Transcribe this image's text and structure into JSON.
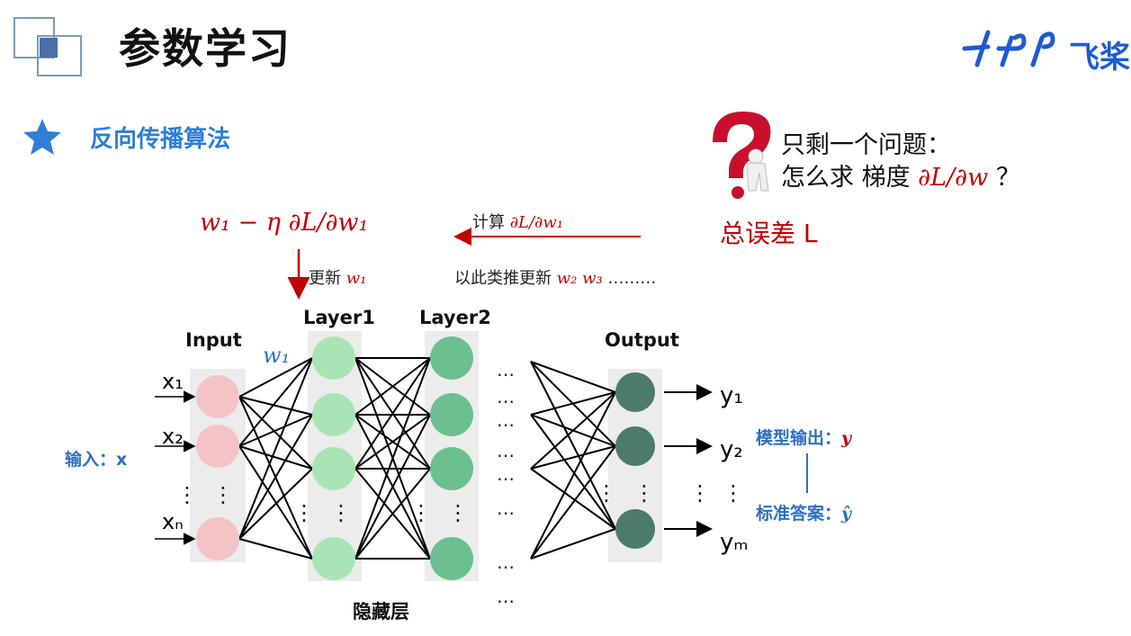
{
  "header": {
    "title": "参数学习",
    "logo_text": "飞桨"
  },
  "section": {
    "title": "反向传播算法"
  },
  "question": {
    "line1": "只剩一个问题：",
    "line2_prefix": "怎么求 梯度 ",
    "line2_formula": "∂L/∂w",
    "line2_suffix": " ？"
  },
  "backprop": {
    "update_formula": "w₁ − η ∂L/∂w₁",
    "compute_label": "计算 ",
    "compute_formula": "∂L/∂w₁",
    "total_loss": "总误差  L",
    "update_label": "更新 ",
    "update_var": "w₁",
    "update_rest_label": "以此类推更新 ",
    "update_rest_vars": "w₂  w₃",
    "update_rest_dots": " ………"
  },
  "network": {
    "input_label": "Input",
    "layer1_label": "Layer1",
    "layer2_label": "Layer2",
    "output_label": "Output",
    "hidden_label": "隐藏层",
    "weight_label": "w₁",
    "inputs": [
      "x₁",
      "x₂",
      "xₙ"
    ],
    "outputs": [
      "y₁",
      "y₂",
      "yₘ"
    ],
    "input_caption": "输入：x",
    "model_output_label": "模型输出：",
    "model_output_var": "y",
    "target_label": "标准答案：",
    "target_var": "ŷ",
    "vertical_dots": "⋮",
    "horizontal_dots": "…"
  },
  "colors": {
    "accent_blue": "#2f7ed8",
    "red": "#c00000",
    "input_node": "#f4c3c6",
    "layer1_node": "#a9e5b4",
    "layer2_node": "#6cc08f",
    "output_node": "#4c7b69"
  }
}
